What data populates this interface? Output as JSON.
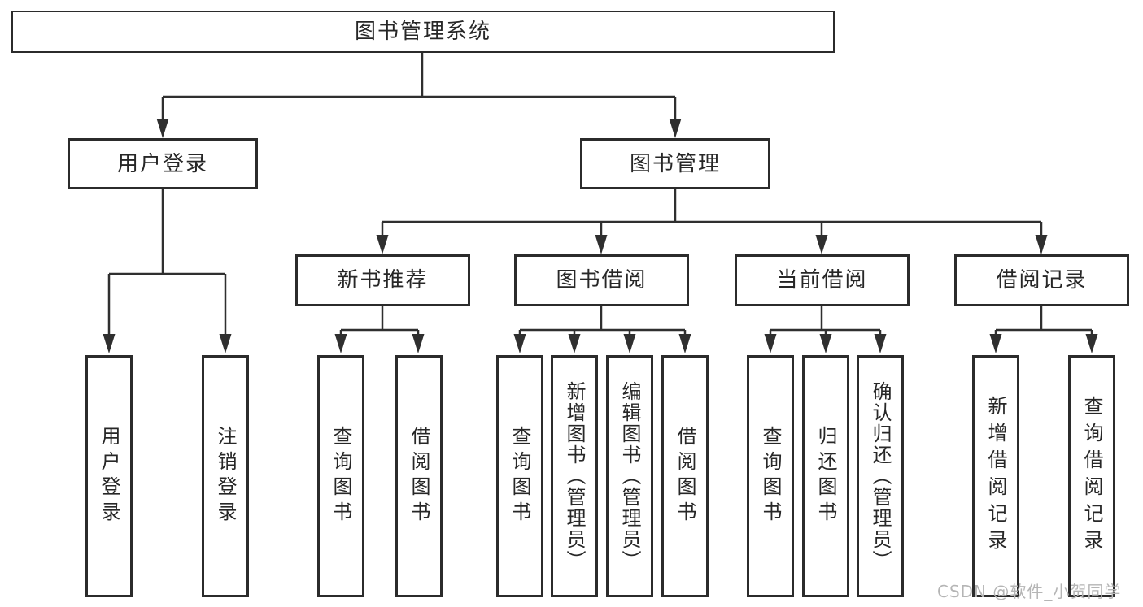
{
  "colors": {
    "line": "#2f2f2f",
    "box_border": "#2b2b2b",
    "text": "#272727",
    "watermark": "#b5b5b5",
    "background": "#ffffff"
  },
  "watermark": {
    "text": "CSDN @软件_小贺同学"
  },
  "tree": {
    "root": {
      "label": "图书管理系统"
    },
    "level1": [
      {
        "label": "用户登录"
      },
      {
        "label": "图书管理"
      }
    ],
    "level2": [
      {
        "label": "新书推荐"
      },
      {
        "label": "图书借阅"
      },
      {
        "label": "当前借阅"
      },
      {
        "label": "借阅记录"
      }
    ],
    "leaves": {
      "user_login": [
        {
          "label": "用户登录"
        },
        {
          "label": "注销登录"
        }
      ],
      "new_book": [
        {
          "label": "查询图书"
        },
        {
          "label": "借阅图书"
        }
      ],
      "book_borrow": [
        {
          "label": "查询图书"
        },
        {
          "label": "新增图书（管理员）"
        },
        {
          "label": "编辑图书（管理员）"
        },
        {
          "label": "借阅图书"
        }
      ],
      "current_borrow": [
        {
          "label": "查询图书"
        },
        {
          "label": "归还图书"
        },
        {
          "label": "确认归还（管理员）"
        }
      ],
      "borrow_records": [
        {
          "label": "新增借阅记录"
        },
        {
          "label": "查询借阅记录"
        }
      ]
    }
  }
}
